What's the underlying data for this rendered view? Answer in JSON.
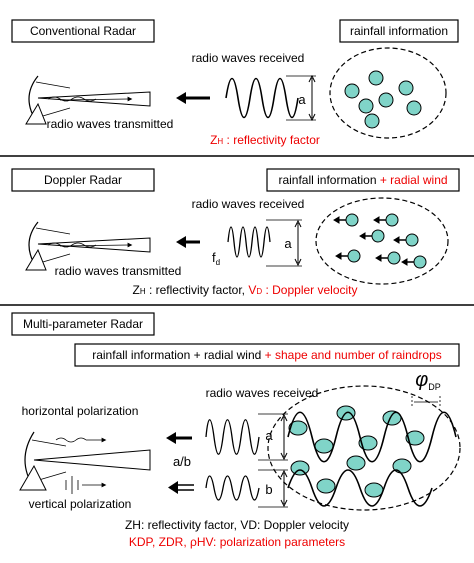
{
  "sections": {
    "conventional": {
      "title": "Conventional Radar",
      "info_box": "rainfall information",
      "received_label": "radio waves received",
      "transmitted_label": "radio waves transmitted",
      "amplitude_label": "a",
      "caption_symbol": "Z",
      "caption_sub": "H",
      "caption_text": " : reflectivity factor"
    },
    "doppler": {
      "title": "Doppler Radar",
      "info_black": "rainfall information",
      "info_red": " + radial wind",
      "received_label": "radio waves received",
      "transmitted_label": "radio waves transmitted",
      "amplitude_label": "a",
      "freq_label": "f",
      "freq_sub": "d",
      "caption_z": "Z",
      "caption_z_sub": "H",
      "caption_black": " : reflectivity factor, ",
      "caption_v": "V",
      "caption_v_sub": "D",
      "caption_red": " : Doppler velocity"
    },
    "multi": {
      "title": "Multi-parameter Radar",
      "info_black": "rainfall information + radial wind ",
      "info_red": "+ shape and number of raindrops",
      "received_label": "radio waves received",
      "phase_symbol": "φ",
      "phase_sub": "DP",
      "horizontal_label": "horizontal polarization",
      "vertical_label": "vertical polarization",
      "ratio_label": "a/b",
      "amplitude_a": "a",
      "amplitude_b": "b",
      "caption1": "ZH: reflectivity factor, VD: Doppler velocity",
      "caption2": "KDP, ZDR, ρHV:  polarization parameters"
    }
  },
  "colors": {
    "raindrop_fill": "#80d4c8",
    "red_text": "#ee0000",
    "stroke": "#000000"
  }
}
